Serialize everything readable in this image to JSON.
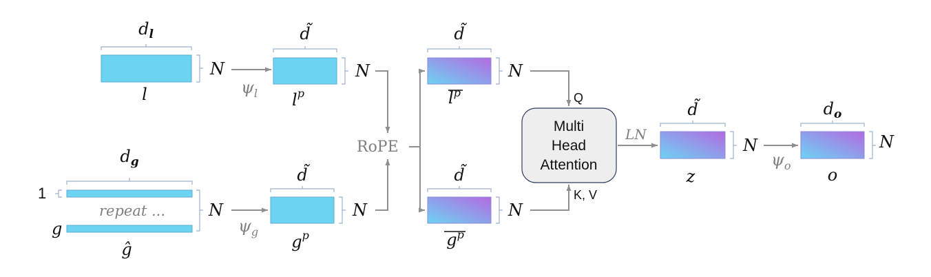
{
  "colors": {
    "cyan": "#6dd3f3",
    "violet": "#b36ae0",
    "arrow": "#8f8f8f",
    "attention_box_fill": "#eeeeee",
    "attention_box_stroke": "#2f3d5e"
  },
  "row_count": "N",
  "one_label": "1",
  "repeat_label": "repeat ...",
  "rope_label": "RoPE",
  "ln_label": "LN",
  "attention": {
    "line1": "Multi",
    "line2": "Head",
    "line3": "Attention",
    "q_label": "Q",
    "kv_label": "K, V"
  },
  "functions": {
    "psi_l": "ψ",
    "psi_l_sub": "l",
    "psi_g": "ψ",
    "psi_g_sub": "g",
    "psi_o": "ψ",
    "psi_o_sub": "o"
  },
  "blocks": {
    "l": {
      "dim": "d",
      "dim_sub": "l",
      "name": "l"
    },
    "lp": {
      "dim": "d̃",
      "name": "l",
      "sup": "p"
    },
    "lbar": {
      "dim": "d̃",
      "name": "l",
      "sup": "p"
    },
    "g": {
      "dim": "d",
      "dim_sub": "g",
      "name_left": "g",
      "name_below": "ĝ"
    },
    "gp": {
      "dim": "d̃",
      "name": "g",
      "sup": "p"
    },
    "gbar": {
      "dim": "d̃",
      "name": "g",
      "sup": "p"
    },
    "z": {
      "dim": "d̃",
      "name": "z"
    },
    "o": {
      "dim": "d",
      "dim_sub": "o",
      "name": "o"
    }
  }
}
